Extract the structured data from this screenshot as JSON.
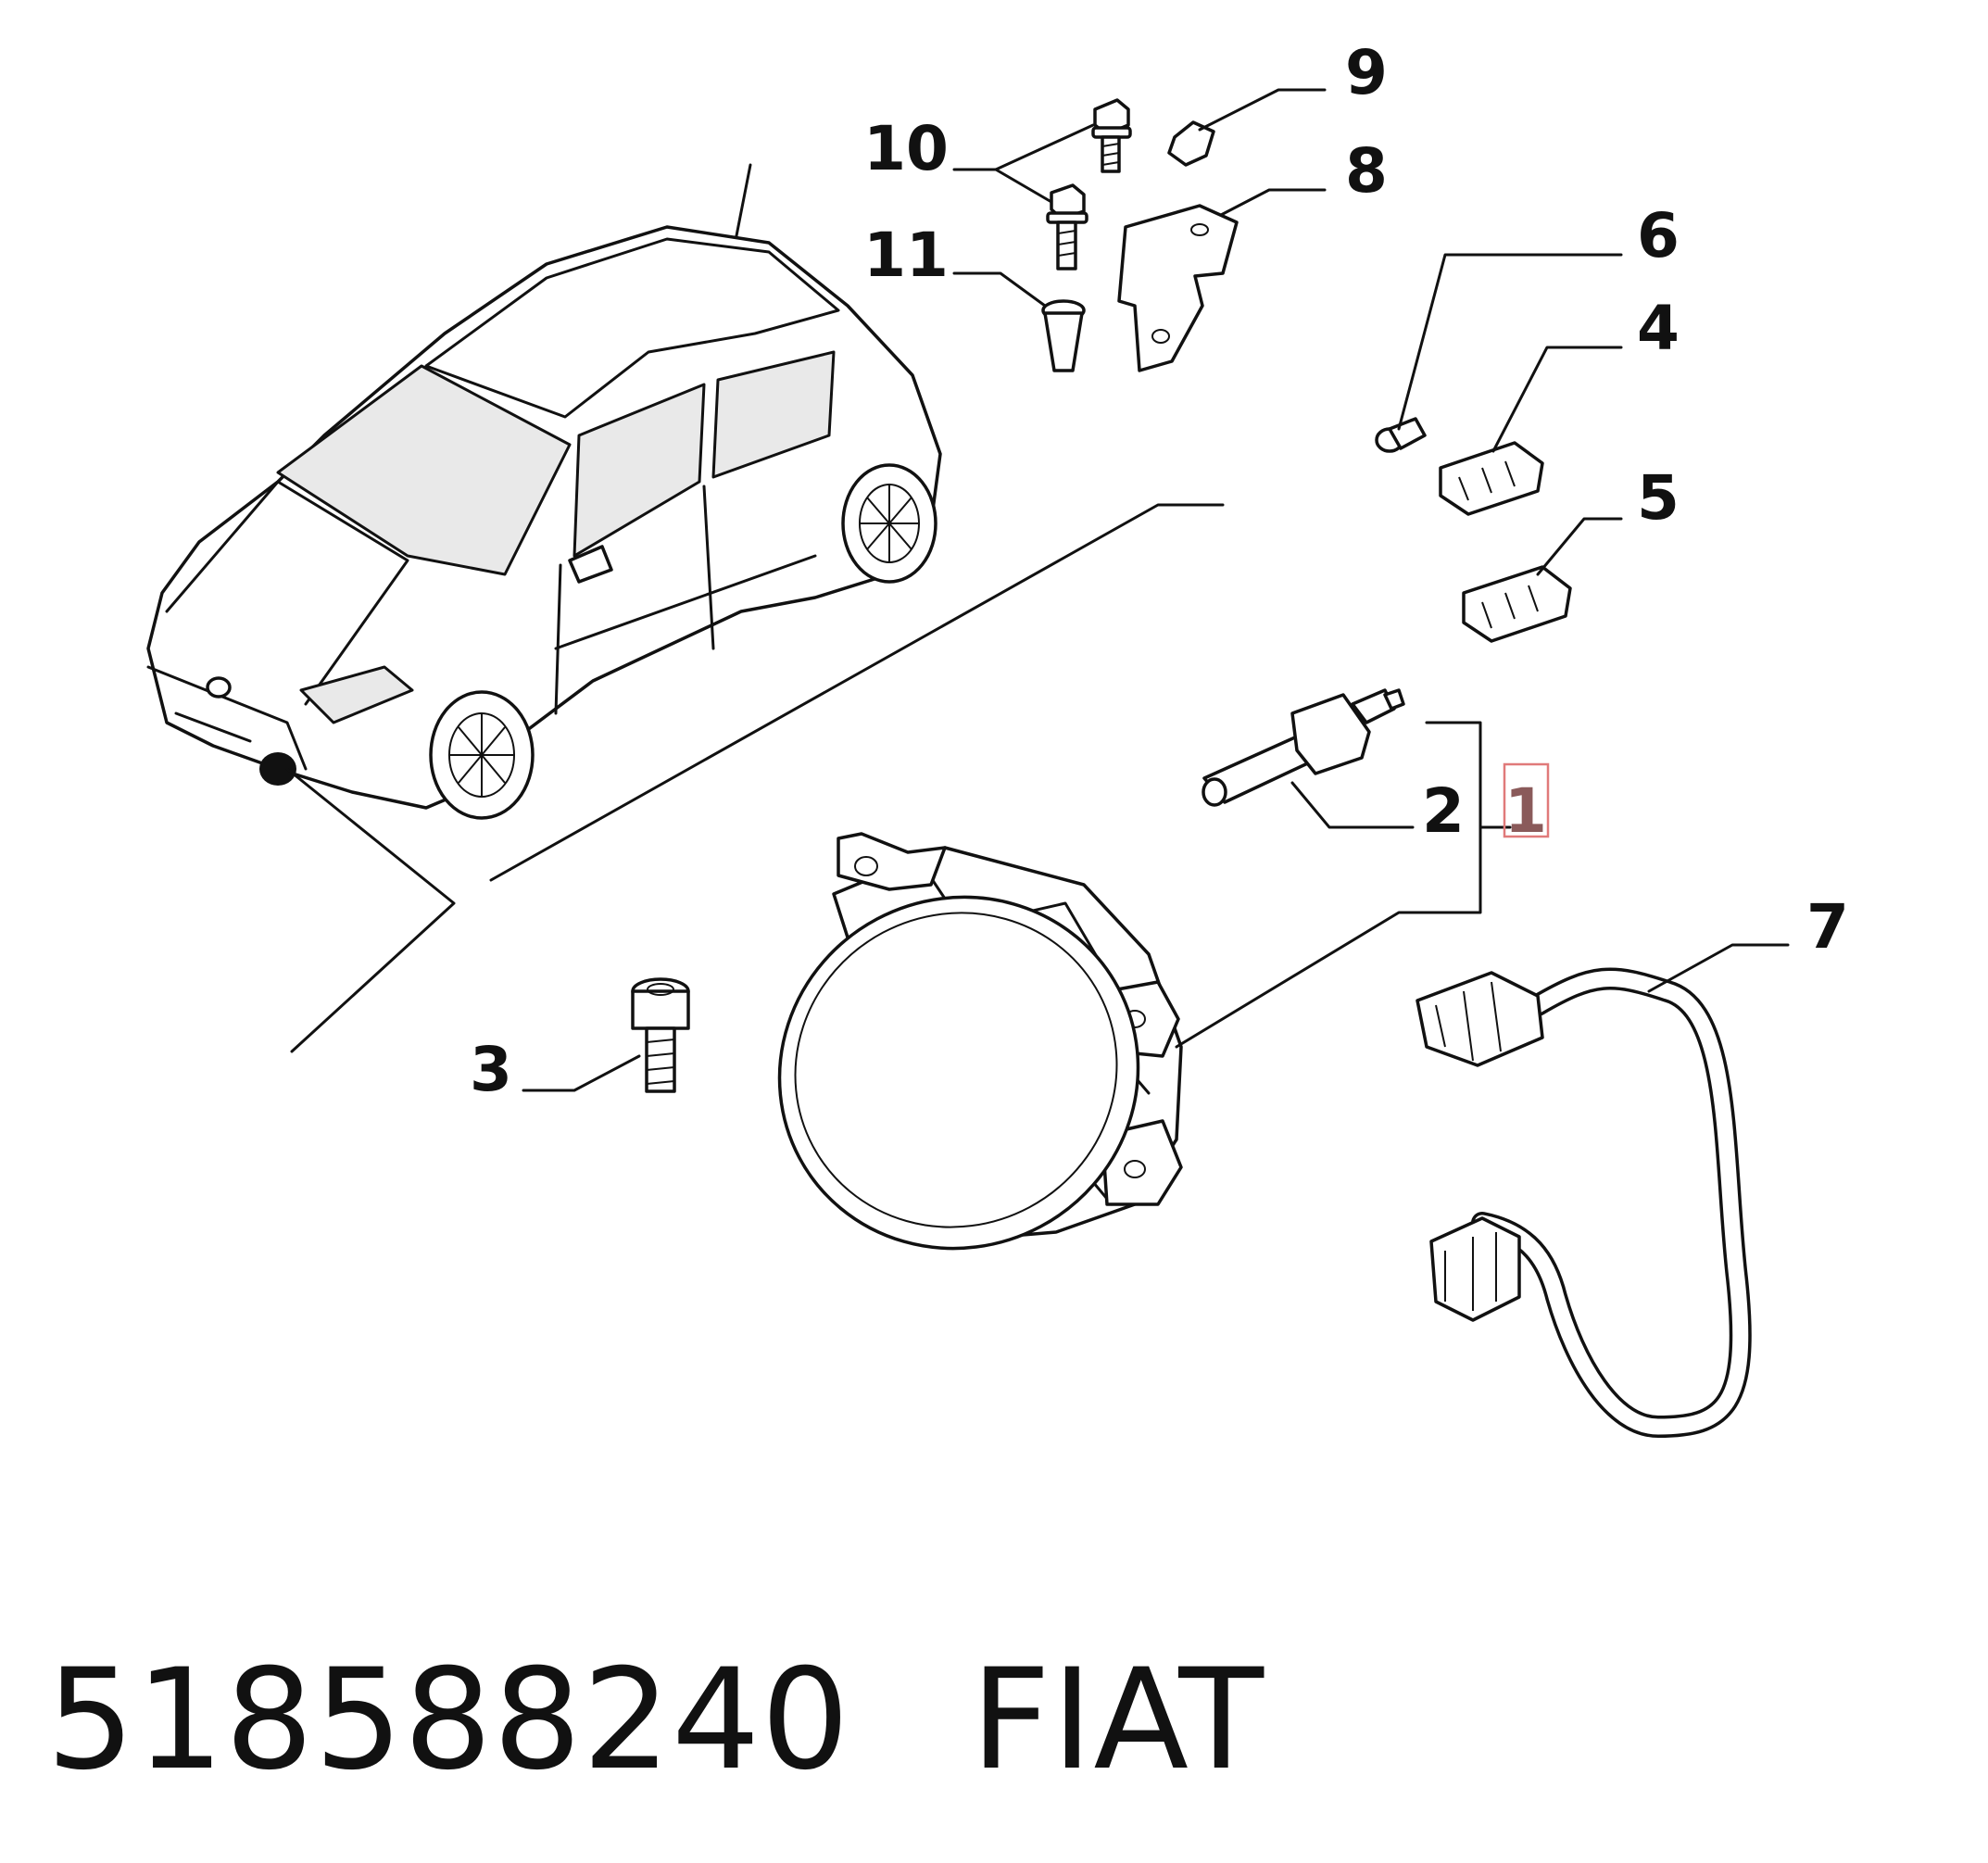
{
  "diagram": {
    "callouts": [
      {
        "id": "1",
        "label": "1",
        "highlighted": true
      },
      {
        "id": "2",
        "label": "2"
      },
      {
        "id": "3",
        "label": "3"
      },
      {
        "id": "4",
        "label": "4"
      },
      {
        "id": "5",
        "label": "5"
      },
      {
        "id": "6",
        "label": "6"
      },
      {
        "id": "7",
        "label": "7"
      },
      {
        "id": "8",
        "label": "8"
      },
      {
        "id": "9",
        "label": "9"
      },
      {
        "id": "10",
        "label": "10"
      },
      {
        "id": "11",
        "label": "11"
      }
    ],
    "highlight_color": "#e07a7a"
  },
  "caption": {
    "part_number": "518588240",
    "brand": "FIAT"
  }
}
